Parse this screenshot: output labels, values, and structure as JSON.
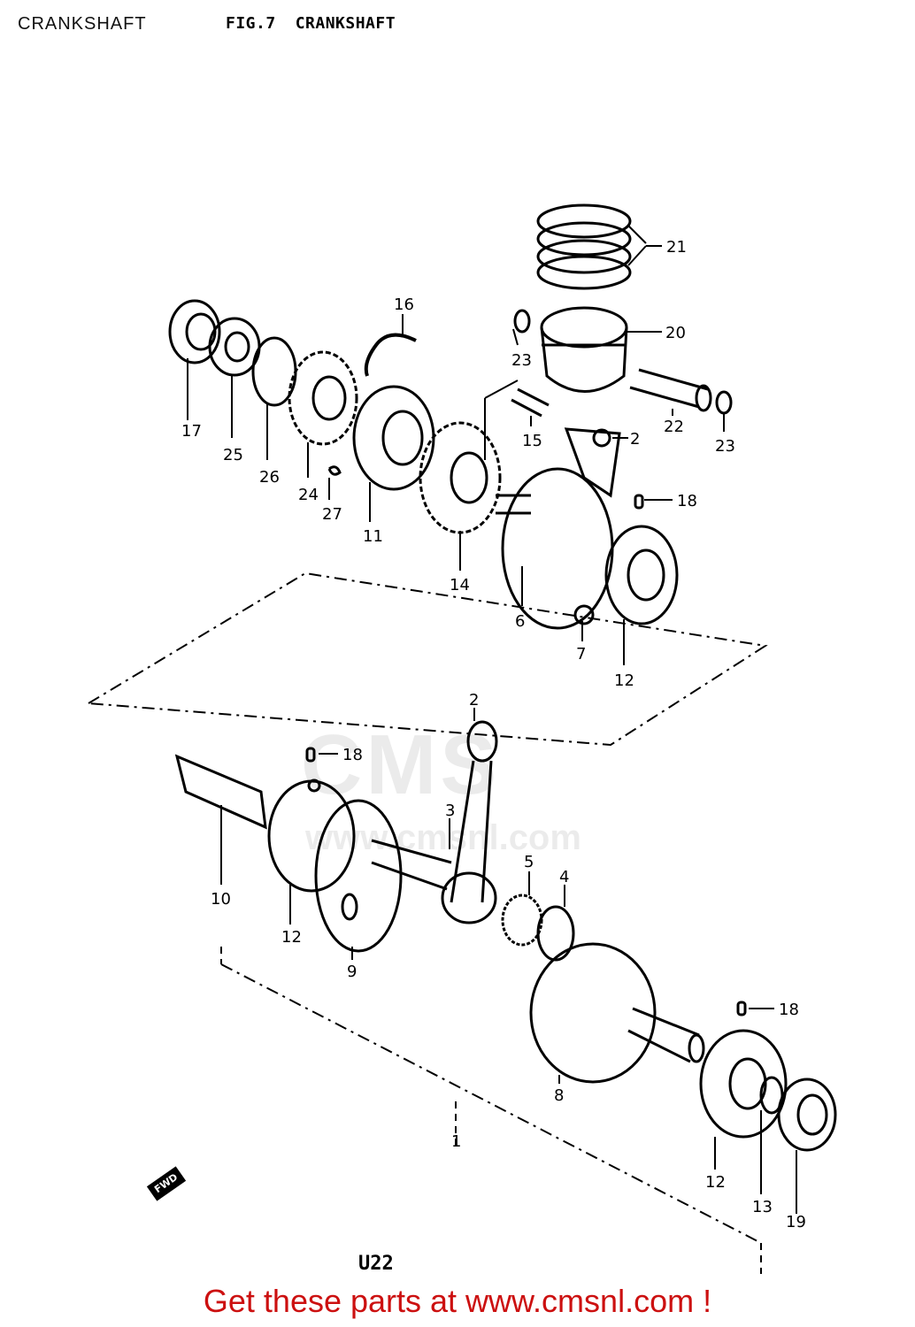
{
  "header": {
    "title": "CRANKSHAFT",
    "fig_label": "FIG.7",
    "fig_title": "CRANKSHAFT"
  },
  "diagram": {
    "callouts": [
      "21",
      "20",
      "23",
      "22",
      "23",
      "16",
      "17",
      "25",
      "26",
      "24",
      "27",
      "11",
      "15",
      "14",
      "2",
      "18",
      "6",
      "7",
      "12",
      "2",
      "18",
      "3",
      "5",
      "4",
      "10",
      "12",
      "9",
      "8",
      "18",
      "12",
      "13",
      "19",
      "1"
    ],
    "forward_marker": "FWD",
    "model_code": "U22"
  },
  "watermark": {
    "brand": "CMS",
    "url": "www.cmsnl.com"
  },
  "footer": {
    "cta": "Get these parts at www.cmsnl.com !"
  }
}
